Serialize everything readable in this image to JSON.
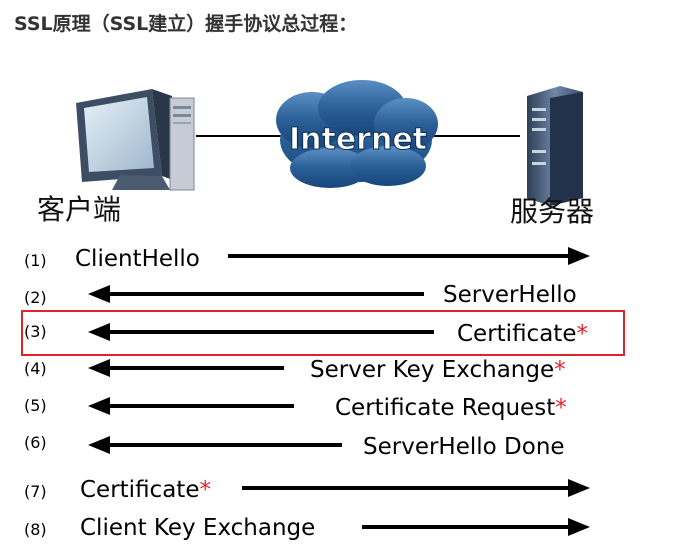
{
  "title": "SSL原理（SSL建立）握手协议总过程：",
  "network": {
    "cloud_label": "Internet",
    "client_label": "客户端",
    "server_label": "服务器"
  },
  "colors": {
    "arrow": "#000000",
    "asterisk": "#e8242a",
    "highlight_box": "#d9262c",
    "cloud": "#1f5f9a",
    "title": "#333333"
  },
  "steps": [
    {
      "num": "(1)",
      "label": "ClientHello",
      "star": "",
      "direction": "right"
    },
    {
      "num": "(2)",
      "label": "ServerHello",
      "star": "",
      "direction": "left"
    },
    {
      "num": "(3)",
      "label": "Certificate",
      "star": "*",
      "direction": "left",
      "highlighted": true
    },
    {
      "num": "(4)",
      "label": "Server Key Exchange",
      "star": "*",
      "direction": "left"
    },
    {
      "num": "(5)",
      "label": "Certificate Request",
      "star": "*",
      "direction": "left"
    },
    {
      "num": "(6)",
      "label": "ServerHello Done",
      "star": "",
      "direction": "left"
    },
    {
      "num": "(7)",
      "label": "Certificate",
      "star": "*",
      "direction": "right"
    },
    {
      "num": "(8)",
      "label": "Client Key Exchange",
      "star": "",
      "direction": "right"
    }
  ]
}
